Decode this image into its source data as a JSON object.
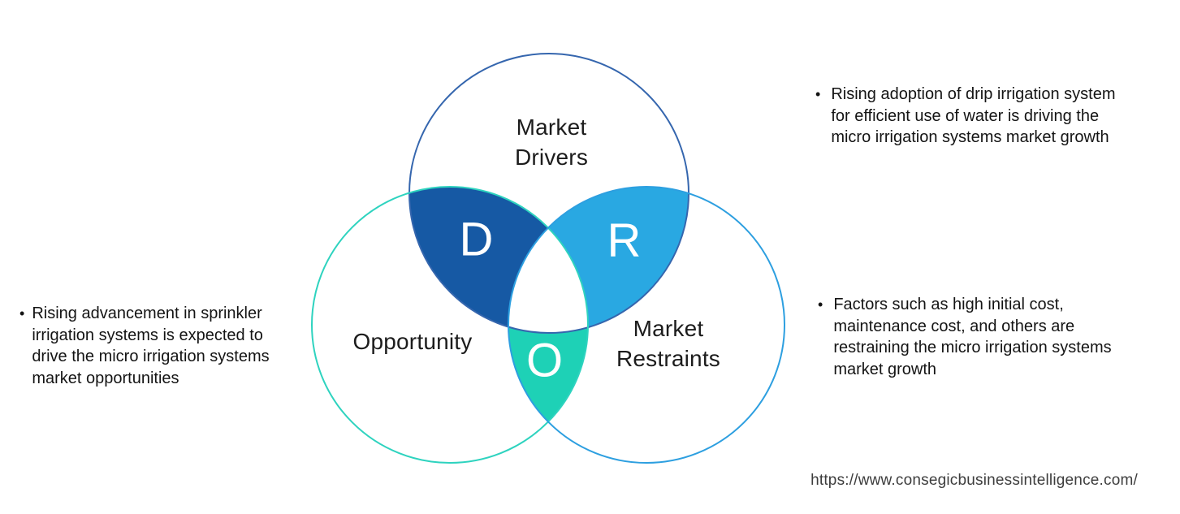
{
  "diagram": {
    "circles": [
      {
        "id": "drivers",
        "label": "Market Drivers",
        "stroke": "#3566ae"
      },
      {
        "id": "opportunity",
        "label": "Opportunity",
        "stroke": "#2ed3bf"
      },
      {
        "id": "restraints",
        "label": "Market Restraints",
        "stroke": "#2d9fe0"
      }
    ],
    "overlaps": [
      {
        "id": "d",
        "letter": "D",
        "fill": "#1659a4"
      },
      {
        "id": "r",
        "letter": "R",
        "fill": "#29a8e2"
      },
      {
        "id": "o",
        "letter": "O",
        "fill": "#1ed1b6"
      }
    ]
  },
  "notes": {
    "left": {
      "bullet": "•",
      "text": "Rising advancement in sprinkler irrigation systems is expected to drive the micro irrigation systems market opportunities"
    },
    "top_right": {
      "bullet": "•",
      "text": "Rising adoption of drip irrigation system for efficient use of water is driving the micro irrigation systems market growth"
    },
    "bottom_right": {
      "bullet": "•",
      "text": "Factors such as high initial cost, maintenance cost, and others are restraining the micro irrigation systems market growth"
    }
  },
  "footer": {
    "url": "https://www.consegicbusinessintelligence.com/"
  }
}
